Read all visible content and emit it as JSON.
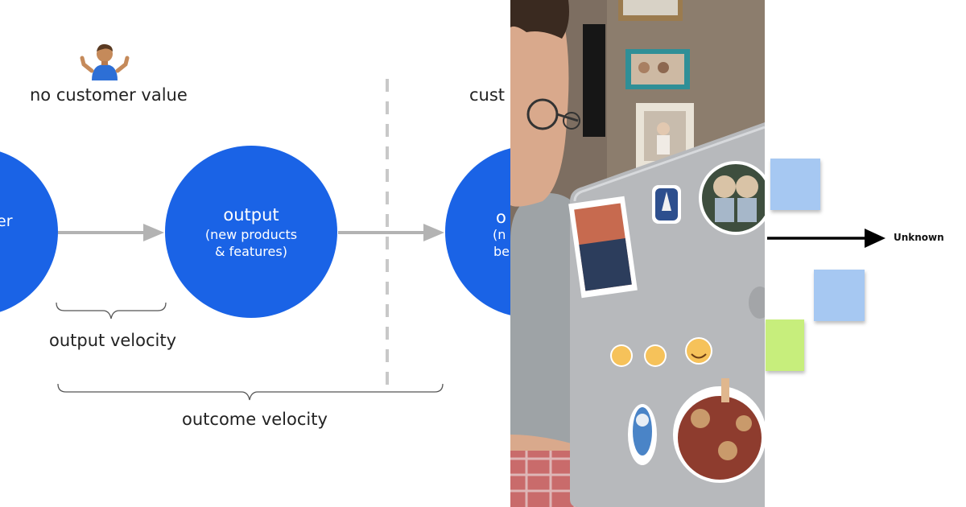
{
  "diagram": {
    "top_label": "no customer value",
    "left_circle_fragment": "er",
    "middle_circle": {
      "title": "output",
      "subtitle_line1": "(new products",
      "subtitle_line2": "& features)"
    },
    "right_circle_fragment": {
      "line1": "o",
      "line2": "(n",
      "line3": "be"
    },
    "right_top_fragment": "cust",
    "brace_small_label": "output velocity",
    "brace_large_label": "outcome velocity",
    "colors": {
      "circle": "#1a63e6",
      "arrow": "#b3b3b3",
      "divider": "#c8c8c8"
    },
    "icons": [
      "person-shrugging-icon"
    ]
  },
  "photo": {
    "description_icons": [
      "star-trek-sticker",
      "rocket-sticker",
      "twins-sticker",
      "emoji-stickers",
      "smurf-sticker",
      "hands-pile-sticker"
    ]
  },
  "board": {
    "arrow_label": "Unknown",
    "sticky_colors": [
      "#a6c8f2",
      "#a6c8f2",
      "#c7ee7c"
    ]
  }
}
